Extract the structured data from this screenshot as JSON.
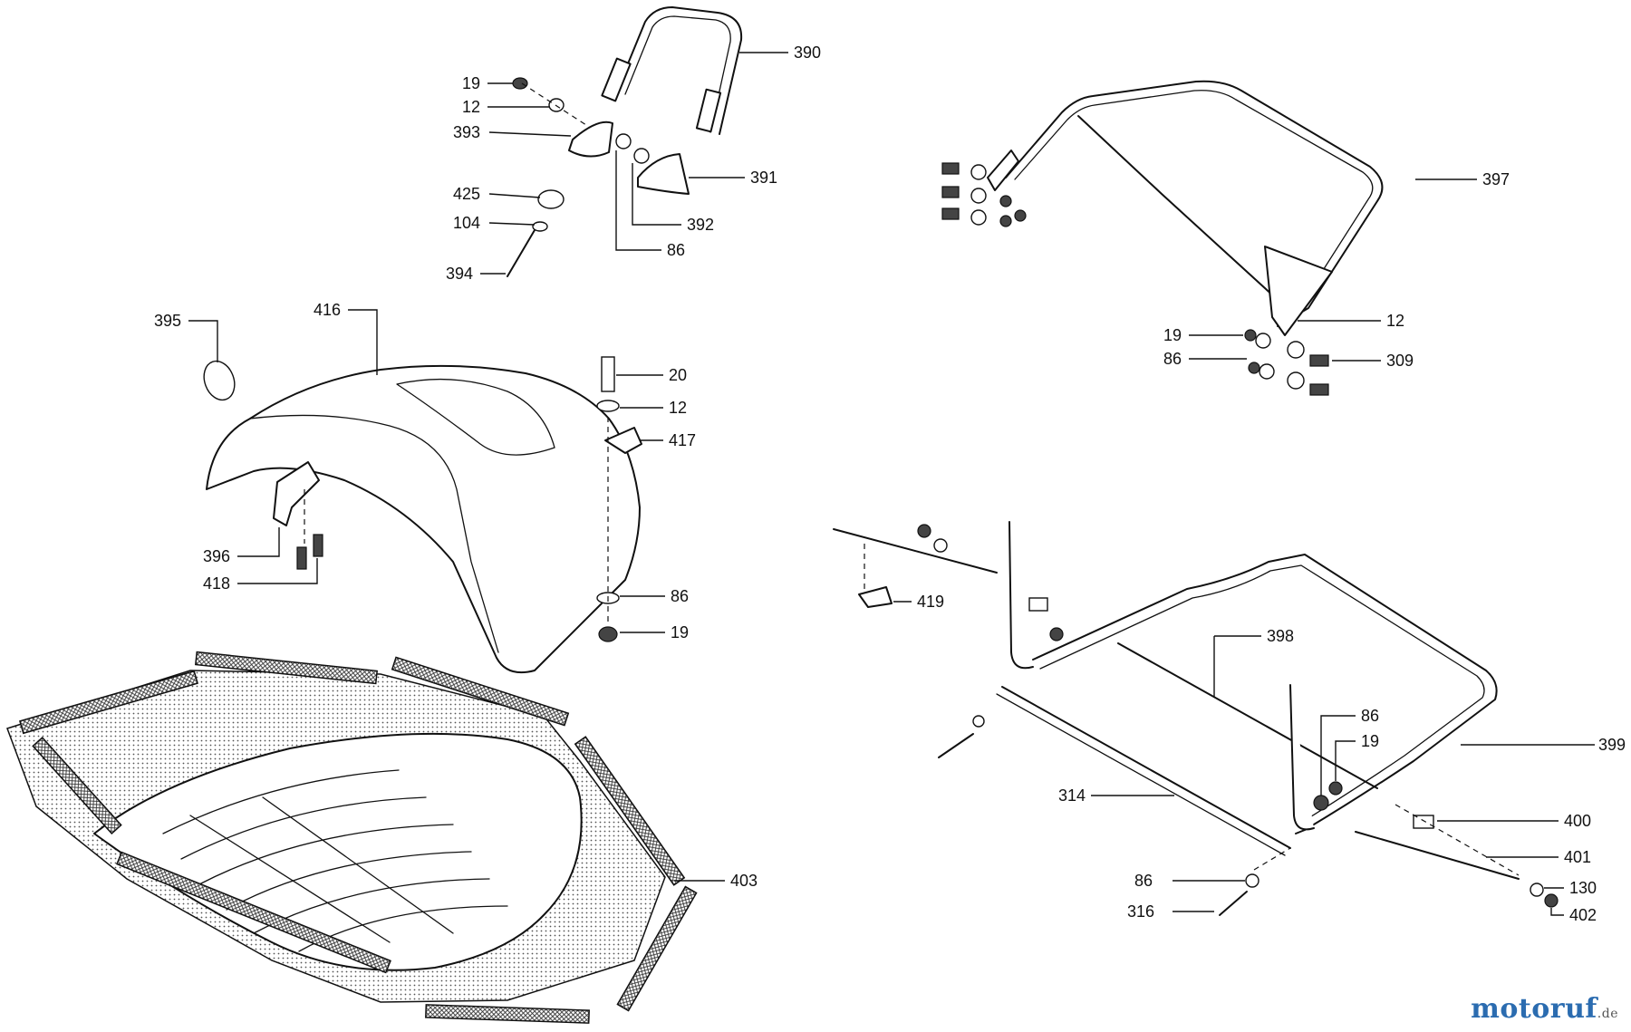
{
  "callouts": {
    "c390": "390",
    "c19a": "19",
    "c12a": "12",
    "c393": "393",
    "c391": "391",
    "c425": "425",
    "c392": "392",
    "c104": "104",
    "c86a": "86",
    "c394": "394",
    "c397": "397",
    "c19b": "19",
    "c12b": "12",
    "c86b": "86",
    "c309": "309",
    "c395": "395",
    "c416": "416",
    "c20": "20",
    "c12c": "12",
    "c417": "417",
    "c396": "396",
    "c418": "418",
    "c86c": "86",
    "c19c": "19",
    "c403": "403",
    "c419": "419",
    "c398": "398",
    "c86d": "86",
    "c19d": "19",
    "c399": "399",
    "c314": "314",
    "c400": "400",
    "c401": "401",
    "c86e": "86",
    "c130": "130",
    "c316": "316",
    "c402": "402"
  },
  "watermark": {
    "text": "motoruf",
    "suffix": ".de"
  }
}
